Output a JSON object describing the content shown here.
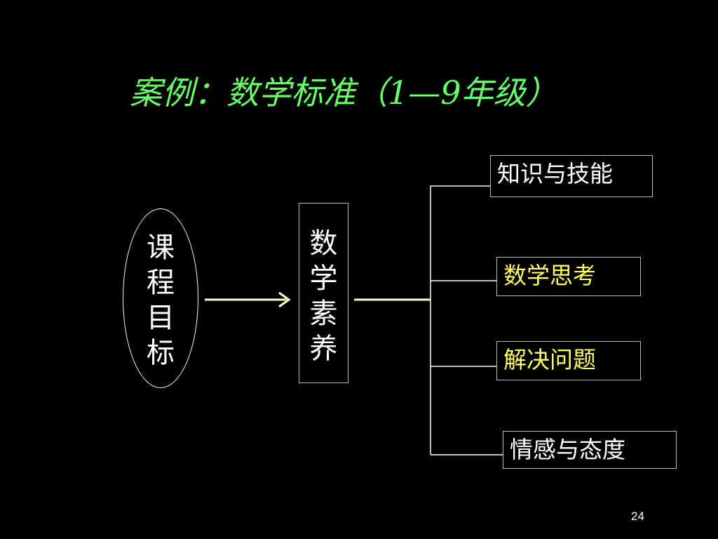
{
  "slide": {
    "title": "案例：数学标准（1—9年级）",
    "page_number": "24"
  },
  "diagram": {
    "goal": {
      "label": "课\n程\n目\n标"
    },
    "core": {
      "label": "数\n学\n素\n养"
    },
    "branches": [
      {
        "label": "知识与技能",
        "color": "#ffffff"
      },
      {
        "label": "数学思考",
        "color": "#ffff66"
      },
      {
        "label": "解决问题",
        "color": "#ffff66"
      },
      {
        "label": "情感与态度",
        "color": "#ffffff"
      }
    ]
  },
  "colors": {
    "background": "#000000",
    "title": "#66ff66",
    "connector": "#ffffcc",
    "ellipse_border": "#ffffcc",
    "box_border": "#bbbbbb"
  }
}
